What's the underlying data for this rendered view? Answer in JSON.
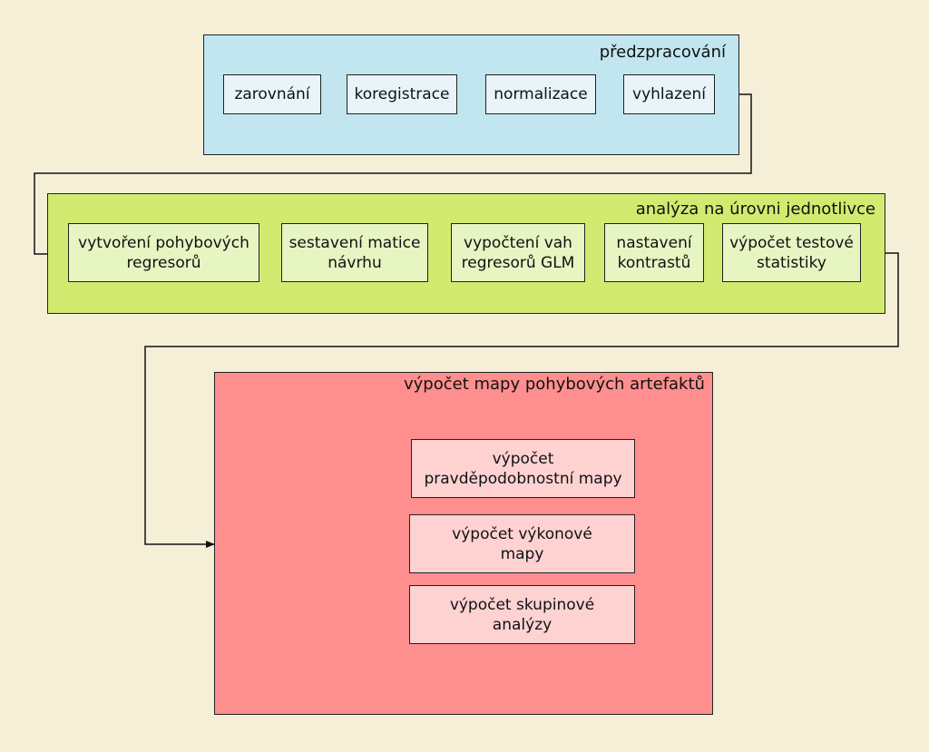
{
  "panels": {
    "preprocessing": {
      "title": "předzpracování",
      "steps": [
        "zarovnání",
        "koregistrace",
        "normalizace",
        "vyhlazení"
      ]
    },
    "individual": {
      "title": "analýza na úrovni jednotlivce",
      "steps": [
        "vytvoření pohybových\nregresorů",
        "sestavení matice\nnávrhu",
        "vypočtení vah\nregresorů GLM",
        "nastavení\nkontrastů",
        "výpočet testové\nstatistiky"
      ]
    },
    "artifact_map": {
      "title": "výpočet mapy pohybových artefaktů",
      "outputs": [
        "výpočet\npravděpodobnostní mapy",
        "výpočet výkonové\nmapy",
        "výpočet skupinové\nanalýzy"
      ]
    }
  },
  "colors": {
    "background": "#f5efd8",
    "preprocessing_panel": "#c1e6f0",
    "individual_panel": "#d2ea6f",
    "artifact_panel": "#ff8f8f",
    "line": "#111111"
  }
}
